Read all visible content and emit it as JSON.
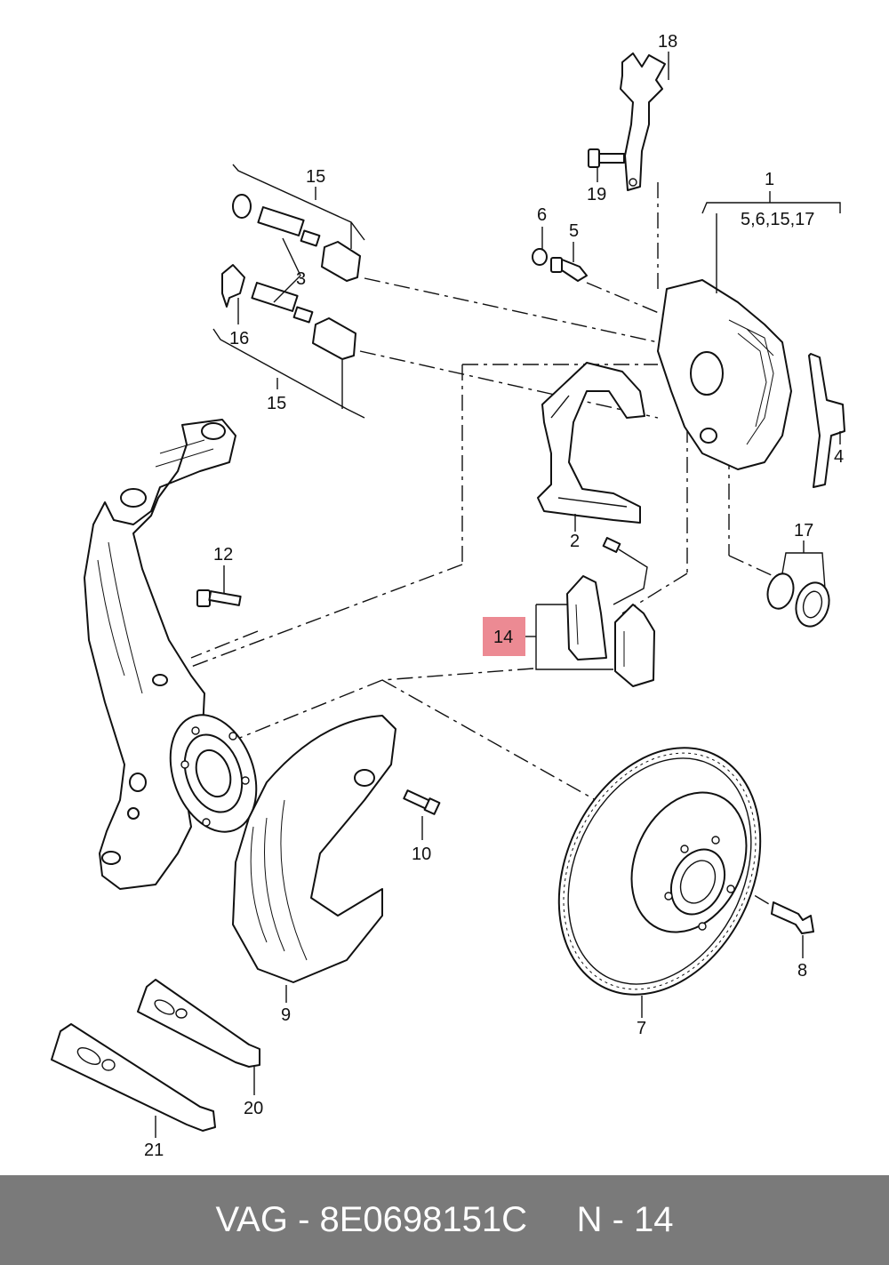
{
  "colors": {
    "highlight": "#ec8a93",
    "footer_background": "#7a7a7a",
    "footer_text": "#ffffff",
    "line": "#111111"
  },
  "callouts": {
    "c1": "1",
    "c1_sub": "5,6,15,17",
    "c2": "2",
    "c3": "3",
    "c4": "4",
    "c5": "5",
    "c6": "6",
    "c7": "7",
    "c8": "8",
    "c9": "9",
    "c10": "10",
    "c12": "12",
    "c14": "14",
    "c15a": "15",
    "c15b": "15",
    "c16": "16",
    "c17": "17",
    "c18": "18",
    "c19": "19",
    "c20": "20",
    "c21": "21"
  },
  "highlighted_callout": "14",
  "footer": {
    "brand": "VAG",
    "part_number": "8E0698151C",
    "position": "N - 14"
  }
}
